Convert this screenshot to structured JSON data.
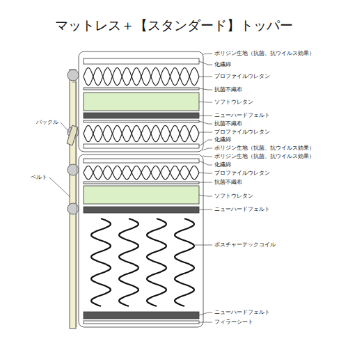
{
  "diagram": {
    "title": "マットレス＋【スタンダード】トッパー",
    "labels": [
      "ポリジン生地（抗菌、抗ウイルス効果）",
      "化繊綿",
      "プロファイルウレタン",
      "抗菌不織布",
      "ソフトウレタン",
      "ニューハードフェルト",
      "抗菌不織布",
      "プロファイルウレタン",
      "化繊綿",
      "ポリジン生地（抗菌、抗ウイルス効果）",
      "ポリジン生地（抗菌、抗ウイルス効果）",
      "化繊綿",
      "プロファイルウレタン",
      "抗菌不織布",
      "ソフトウレタン",
      "ニューハードフェルト",
      "ポスチャーテックコイル",
      "ニューハードフェルト",
      "フィラーシート",
      "バックル",
      "ベルト"
    ]
  }
}
